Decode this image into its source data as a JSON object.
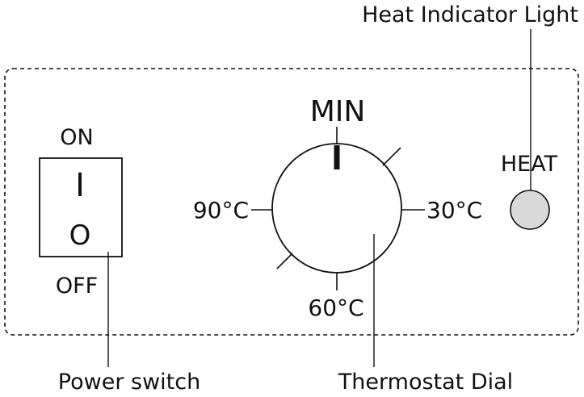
{
  "callouts": {
    "heat_indicator_light": "Heat Indicator Light",
    "power_switch": "Power switch",
    "thermostat_dial": "Thermostat Dial"
  },
  "power_switch": {
    "on_label": "ON",
    "off_label": "OFF",
    "on_symbol": "I",
    "off_symbol": "O"
  },
  "thermostat": {
    "min_label": "MIN",
    "left_label": "90°C",
    "right_label": "30°C",
    "bottom_label": "60°C"
  },
  "heat_light": {
    "label": "HEAT",
    "light_color": "#d9d9d9"
  },
  "colors": {
    "stroke": "#111111",
    "indicator_fill": "#d9d9d9"
  }
}
